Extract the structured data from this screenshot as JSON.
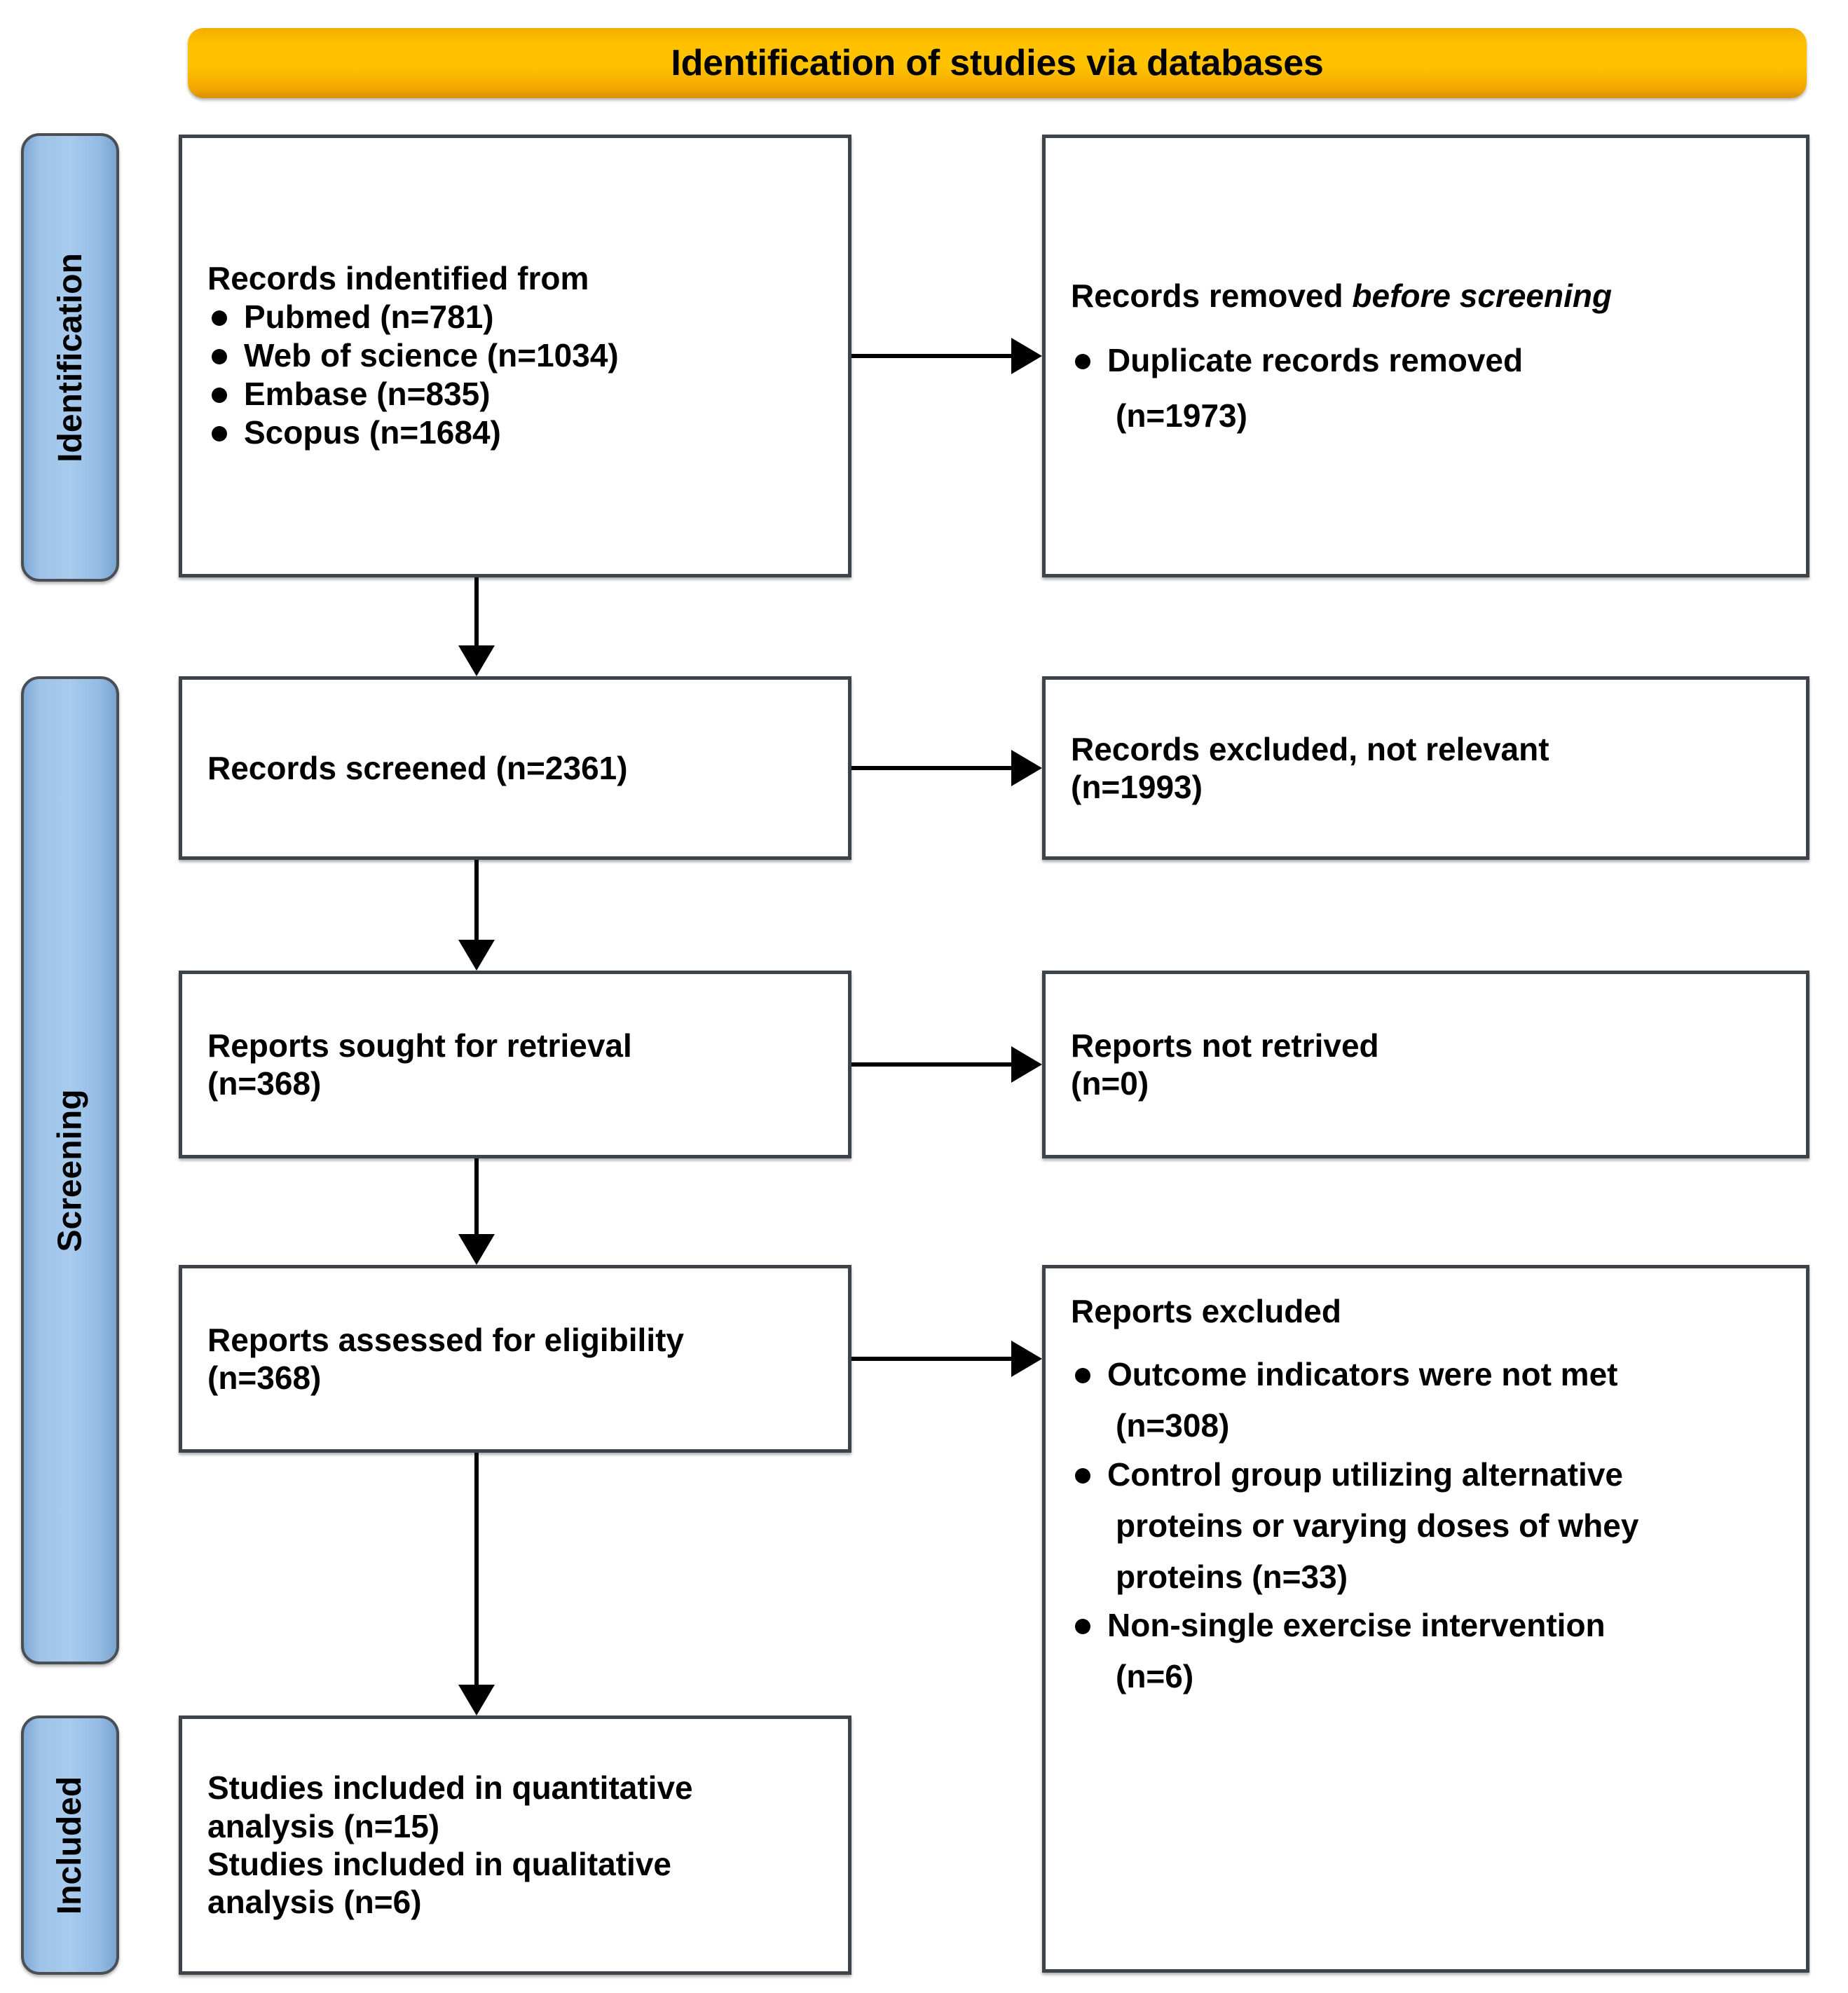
{
  "banner": {
    "title": "Identification of studies via databases"
  },
  "stages": [
    {
      "key": "identification",
      "label": "Identification"
    },
    {
      "key": "screening",
      "label": "Screening"
    },
    {
      "key": "included",
      "label": "Included"
    }
  ],
  "boxes": {
    "identified": {
      "title": "Records indentified from",
      "bullets": [
        "Pubmed (n=781)",
        "Web of science (n=1034)",
        "Embase (n=835)",
        "Scopus (n=1684)"
      ]
    },
    "removed": {
      "title_plain": "Records removed ",
      "title_italic": "before screening",
      "bullet_main": "Duplicate records removed",
      "bullet_cont": "(n=1973)"
    },
    "screened": {
      "line1": "Records screened (n=2361)"
    },
    "excluded": {
      "line1": "Records excluded, not relevant",
      "line2": "(n=1993)"
    },
    "sought": {
      "line1": "Reports sought for retrieval",
      "line2": "(n=368)"
    },
    "not_retrieved": {
      "line1": "Reports not retrived",
      "line2": "(n=0)"
    },
    "assessed": {
      "line1": "Reports assessed for eligibility",
      "line2": "(n=368)"
    },
    "reports_excluded": {
      "title": "Reports excluded",
      "items": [
        {
          "main": "Outcome indicators were not met",
          "cont": "(n=308)"
        },
        {
          "main": "Control group utilizing alternative",
          "cont": "proteins or varying doses of whey",
          "cont2": "proteins (n=33)"
        },
        {
          "main": "Non-single exercise intervention",
          "cont": "(n=6)"
        }
      ]
    },
    "included": {
      "line1": "Studies included in quantitative",
      "line2": "analysis (n=15)",
      "line3": "Studies included in qualitative",
      "line4": "analysis (n=6)"
    }
  },
  "colors": {
    "banner": "#ffc200",
    "stage_pill": "#a8cbee",
    "box_border": "#3d4349",
    "text": "#000000"
  }
}
